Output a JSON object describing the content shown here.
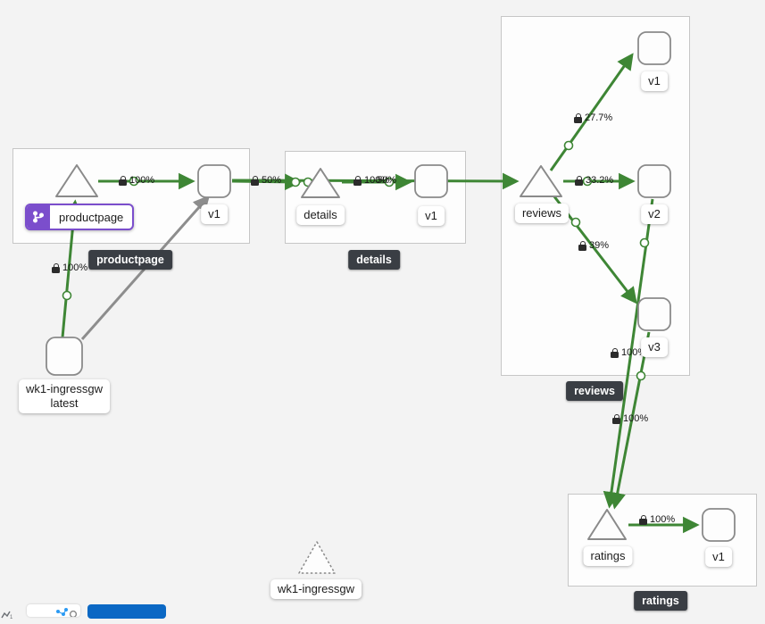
{
  "colors": {
    "edge_healthy": "#3e8635",
    "edge_idle": "#8d8d8d",
    "node_border": "#8a8a8a",
    "selected_purple": "#7b4ecc",
    "badge_bg": "#3a3e44",
    "primary_blue": "#0b68c4"
  },
  "groups": {
    "productpage": {
      "badge": "productpage"
    },
    "details": {
      "badge": "details"
    },
    "reviews": {
      "badge": "reviews"
    },
    "ratings": {
      "badge": "ratings"
    }
  },
  "nodes": {
    "productpage_service": {
      "label": "productpage",
      "type": "service",
      "selected": true
    },
    "productpage_v1": {
      "label": "v1",
      "type": "workload"
    },
    "details_service": {
      "label": "details",
      "type": "service"
    },
    "details_v1": {
      "label": "v1",
      "type": "workload"
    },
    "reviews_service": {
      "label": "reviews",
      "type": "service"
    },
    "reviews_v1": {
      "label": "v1",
      "type": "workload"
    },
    "reviews_v2": {
      "label": "v2",
      "type": "workload"
    },
    "reviews_v3": {
      "label": "v3",
      "type": "workload"
    },
    "ratings_service": {
      "label": "ratings",
      "type": "service"
    },
    "ratings_v1": {
      "label": "v1",
      "type": "workload"
    },
    "ingress_workload": {
      "label_line1": "wk1-ingressgw",
      "label_line2": "latest",
      "type": "workload"
    },
    "idle_service": {
      "label": "wk1-ingressgw",
      "type": "service-idle"
    }
  },
  "edges": {
    "ingress_to_productpage": {
      "label": "100%",
      "secure": true
    },
    "ingress_to_productpage_v1": {
      "label": "",
      "secure": false
    },
    "productpage_to_v1": {
      "label": "100%",
      "secure": true
    },
    "productpage_to_details": {
      "label": "50%",
      "secure": true
    },
    "productpage_to_reviews": {
      "label": "50%",
      "secure": true
    },
    "details_to_v1": {
      "label": "100%",
      "secure": true
    },
    "reviews_to_v1": {
      "label": "27.7%",
      "secure": true
    },
    "reviews_to_v2": {
      "label": "33.2%",
      "secure": true
    },
    "reviews_to_v3": {
      "label": "39%",
      "secure": true
    },
    "reviews_v2_to_ratings": {
      "label": "100%",
      "secure": true
    },
    "reviews_v3_to_ratings": {
      "label": "100%",
      "secure": true
    },
    "ratings_to_v1": {
      "label": "100%",
      "secure": true
    }
  }
}
